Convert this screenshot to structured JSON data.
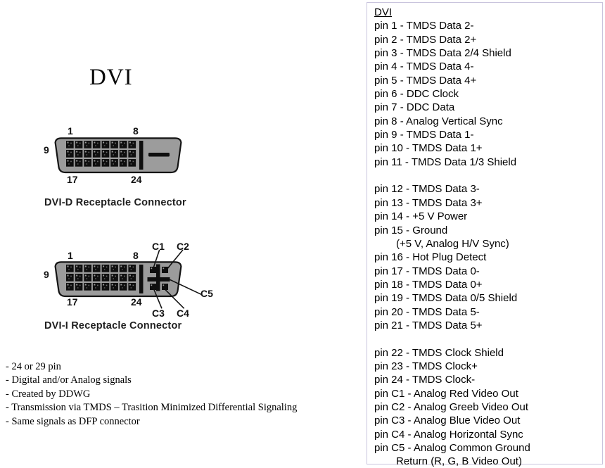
{
  "title": "DVI",
  "connectors": {
    "dvid": {
      "caption": "DVI-D Receptacle Connector",
      "labels": {
        "p1": "1",
        "p8": "8",
        "p9": "9",
        "p17": "17",
        "p24": "24"
      }
    },
    "dvii": {
      "caption": "DVI-I Receptacle Connector",
      "labels": {
        "p1": "1",
        "p8": "8",
        "p9": "9",
        "p17": "17",
        "p24": "24",
        "c1": "C1",
        "c2": "C2",
        "c3": "C3",
        "c4": "C4",
        "c5": "C5"
      }
    }
  },
  "notes": [
    "- 24 or 29 pin",
    "- Digital and/or Analog signals",
    "- Created by DDWG",
    "- Transmission via TMDS – Trasition Minimized Differential Signaling",
    "- Same signals as DFP connector"
  ],
  "pin_panel": {
    "heading": "DVI",
    "lines": [
      {
        "t": "pin 1 - TMDS Data 2-"
      },
      {
        "t": "pin 2 - TMDS Data 2+"
      },
      {
        "t": "pin 3 - TMDS Data 2/4 Shield"
      },
      {
        "t": "pin 4 - TMDS Data 4-"
      },
      {
        "t": "pin 5 - TMDS Data 4+"
      },
      {
        "t": "pin 6 - DDC Clock"
      },
      {
        "t": "pin 7 - DDC Data"
      },
      {
        "t": "pin 8 - Analog Vertical Sync"
      },
      {
        "t": "pin 9 - TMDS Data 1-"
      },
      {
        "t": "pin 10 - TMDS Data 1+"
      },
      {
        "t": "pin 11 - TMDS Data 1/3 Shield"
      },
      {
        "t": "",
        "blank": true
      },
      {
        "t": "pin 12 - TMDS Data 3-"
      },
      {
        "t": "pin 13 - TMDS Data 3+"
      },
      {
        "t": "pin 14 - +5 V Power"
      },
      {
        "t": "pin 15 - Ground"
      },
      {
        "t": "(+5 V, Analog H/V Sync)",
        "indent": true
      },
      {
        "t": "pin 16 - Hot Plug Detect"
      },
      {
        "t": "pin 17 - TMDS Data 0-"
      },
      {
        "t": "pin 18 - TMDS Data 0+"
      },
      {
        "t": "pin 19 - TMDS Data 0/5 Shield"
      },
      {
        "t": "pin 20 - TMDS Data 5-"
      },
      {
        "t": "pin 21 - TMDS Data 5+"
      },
      {
        "t": "",
        "blank": true
      },
      {
        "t": "pin 22 - TMDS Clock Shield"
      },
      {
        "t": "pin 23 - TMDS Clock+"
      },
      {
        "t": "pin 24 - TMDS Clock-"
      },
      {
        "t": "pin C1 - Analog Red Video Out"
      },
      {
        "t": "pin C2 - Analog Greeb Video Out"
      },
      {
        "t": "pin C3 - Analog Blue Video Out"
      },
      {
        "t": "pin C4 - Analog Horizontal Sync"
      },
      {
        "t": "pin C5 - Analog Common Ground"
      },
      {
        "t": "Return (R, G, B Video Out)",
        "indent": true
      }
    ]
  },
  "colors": {
    "body_gray": "#9c9c9c",
    "pin_black": "#0f0f0f",
    "outline": "#141414",
    "panel_border": "#c9c4dd",
    "text": "#000000"
  }
}
